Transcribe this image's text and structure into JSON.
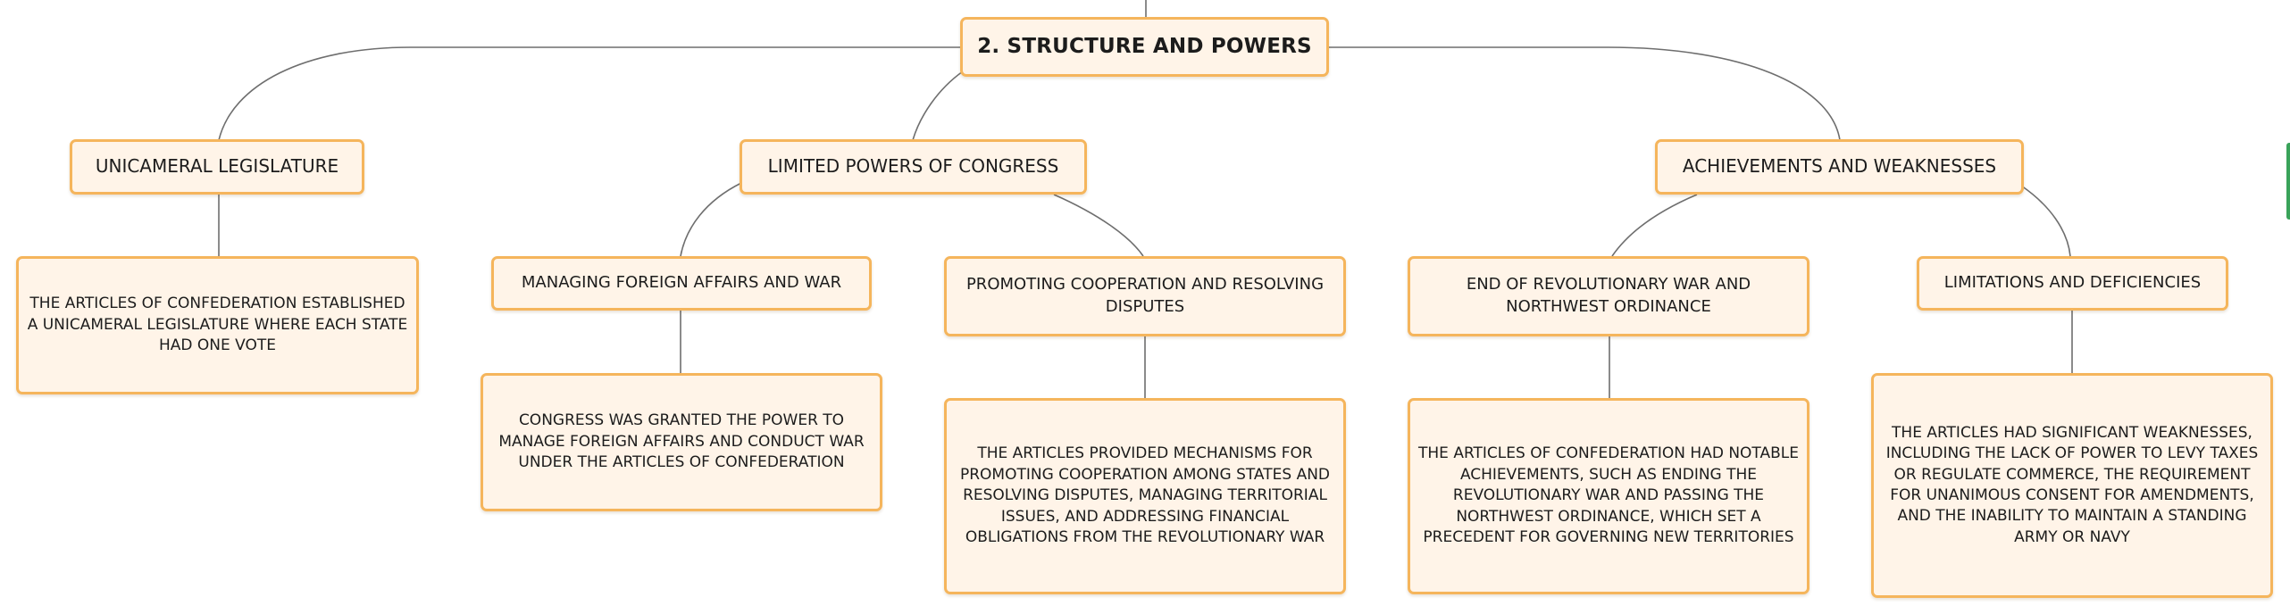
{
  "diagram": {
    "root": {
      "label": "2. STRUCTURE AND POWERS"
    },
    "branches": [
      {
        "label": "UNICAMERAL LEGISLATURE",
        "children": [
          {
            "label": "THE ARTICLES OF CONFEDERATION ESTABLISHED A UNICAMERAL LEGISLATURE WHERE EACH STATE HAD ONE VOTE"
          }
        ]
      },
      {
        "label": "LIMITED POWERS OF CONGRESS",
        "children": [
          {
            "label": "MANAGING FOREIGN AFFAIRS AND WAR",
            "detail": "CONGRESS WAS GRANTED THE POWER TO MANAGE FOREIGN AFFAIRS AND CONDUCT WAR UNDER THE ARTICLES OF CONFEDERATION"
          },
          {
            "label": "PROMOTING COOPERATION AND RESOLVING DISPUTES",
            "detail": "THE ARTICLES PROVIDED MECHANISMS FOR PROMOTING COOPERATION AMONG STATES AND RESOLVING DISPUTES, MANAGING TERRITORIAL ISSUES, AND ADDRESSING FINANCIAL OBLIGATIONS FROM THE REVOLUTIONARY WAR"
          }
        ]
      },
      {
        "label": "ACHIEVEMENTS AND WEAKNESSES",
        "children": [
          {
            "label": "END OF REVOLUTIONARY WAR AND NORTHWEST ORDINANCE",
            "detail": "THE ARTICLES OF CONFEDERATION HAD NOTABLE ACHIEVEMENTS, SUCH AS ENDING THE REVOLUTIONARY WAR AND PASSING THE NORTHWEST ORDINANCE, WHICH SET A PRECEDENT FOR GOVERNING NEW TERRITORIES"
          },
          {
            "label": "LIMITATIONS AND DEFICIENCIES",
            "detail": "THE ARTICLES HAD SIGNIFICANT WEAKNESSES, INCLUDING THE LACK OF POWER TO LEVY TAXES OR REGULATE COMMERCE, THE REQUIREMENT FOR UNANIMOUS CONSENT FOR AMENDMENTS, AND THE INABILITY TO MAINTAIN A STANDING ARMY OR NAVY"
          }
        ]
      }
    ]
  },
  "colors": {
    "node_fill": "#fff4e8",
    "node_border": "#f5b55c",
    "connector": "#6e6e6e",
    "edge_tab": "#3aa35a"
  }
}
